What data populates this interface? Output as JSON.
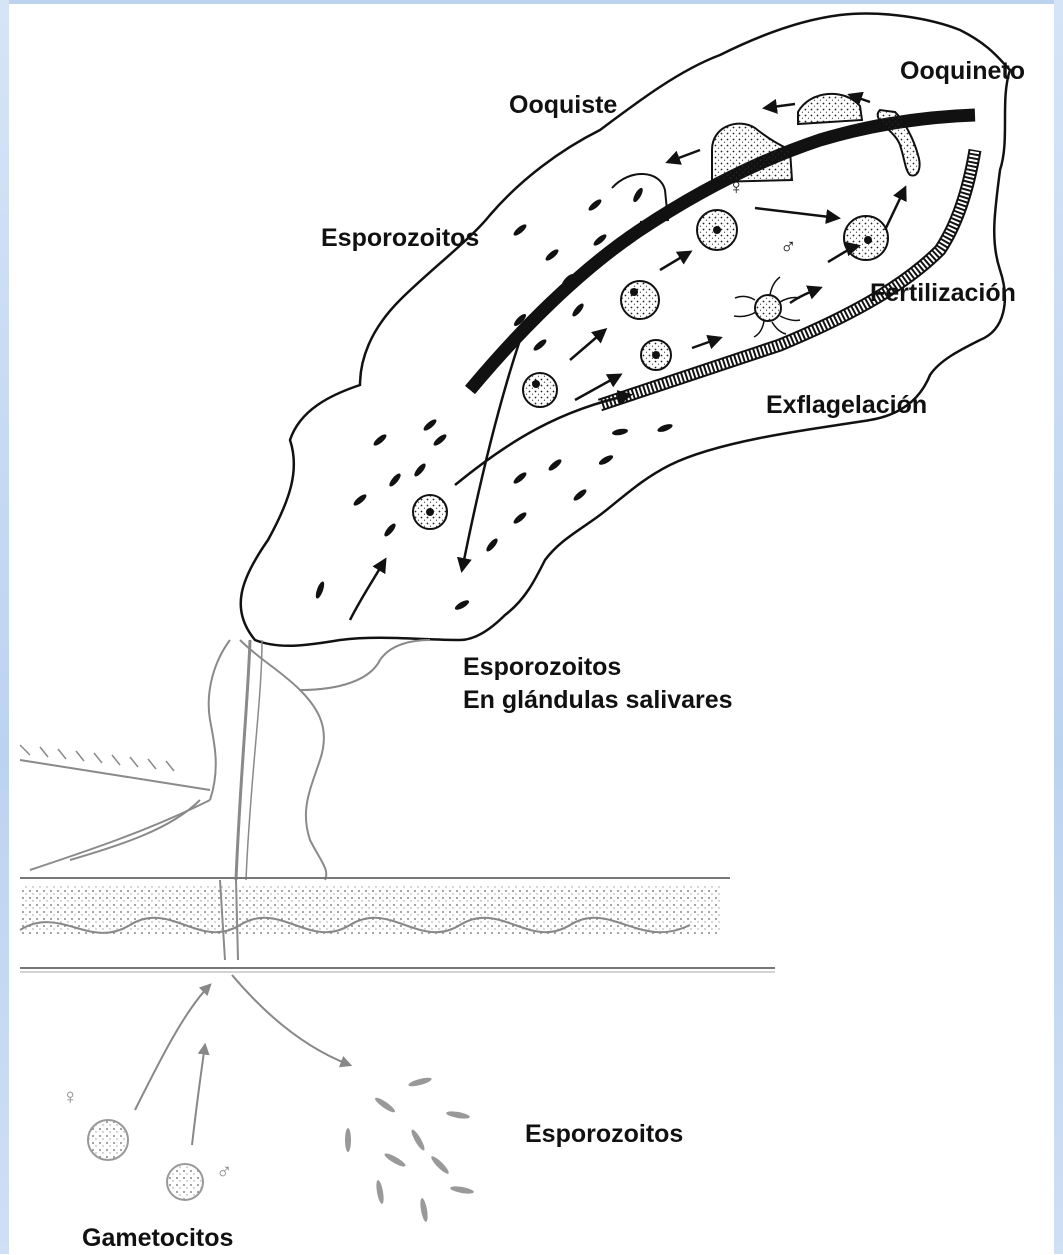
{
  "colors": {
    "frame": "#bcd3f0",
    "ink": "#111111",
    "skin": "#9a9a9a"
  },
  "labels": {
    "ooquineto": "Ooquineto",
    "ooquiste": "Ooquiste",
    "esporozoitos_top": "Esporozoitos",
    "fertilizacion": "Fertilización",
    "exflagelacion": "Exflagelación",
    "glandulas_line1": "Esporozoitos",
    "glandulas_line2": "En glándulas salivares",
    "esporozoitos_bottom": "Esporozoitos",
    "gametocitos": "Gametocitos"
  },
  "symbols": {
    "female": "♀",
    "male": "♂"
  }
}
